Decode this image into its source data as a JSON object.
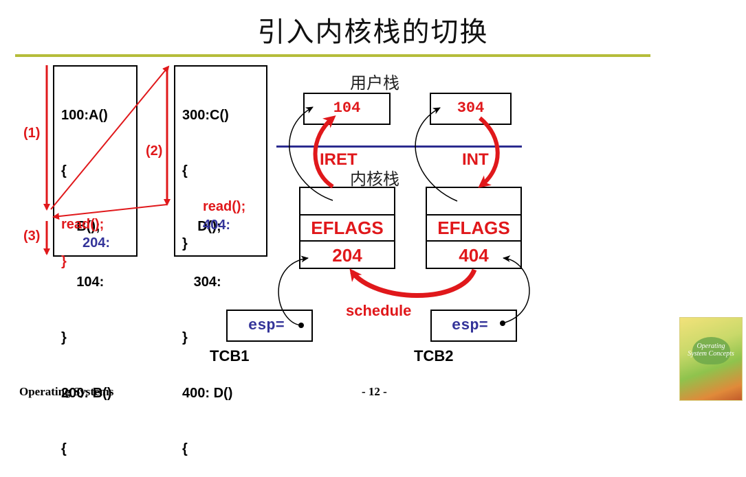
{
  "slide": {
    "title": "引入内核栈的切换",
    "footer_left": "Operating Systems",
    "page_number": "- 12 -"
  },
  "code_block_1": {
    "lines": [
      "100:A()",
      "{",
      "    B();",
      "    104:",
      "}",
      "200: B()",
      "{"
    ],
    "read_line": "read();",
    "return_addr": "204:",
    "closing": "}"
  },
  "code_block_2": {
    "lines": [
      "300:C()",
      "{",
      "    D();",
      "   304:",
      "}",
      "400: D()",
      "{"
    ],
    "read_line": "read();",
    "return_addr": "404:",
    "closing": "}"
  },
  "step_labels": [
    "(1)",
    "(2)",
    "(3)"
  ],
  "stacks": {
    "user_stack_label": "用户栈",
    "kernel_stack_label": "内核栈",
    "user_stack_1": "104",
    "user_stack_2": "304",
    "kernel_stack_1": {
      "flags": "EFLAGS",
      "ret": "204"
    },
    "kernel_stack_2": {
      "flags": "EFLAGS",
      "ret": "404"
    }
  },
  "transitions": {
    "iret": "IRET",
    "int": "INT",
    "schedule": "schedule"
  },
  "tcbs": [
    {
      "label": "TCB1",
      "field": "esp="
    },
    {
      "label": "TCB2",
      "field": "esp="
    }
  ],
  "book_cover": {
    "title_text": "Operating System Concepts"
  },
  "colors": {
    "accent_red": "#e0181b",
    "code_blue": "#333399",
    "divider_blue": "#2b2b8f",
    "rule_olive": "#b5bd3a"
  }
}
